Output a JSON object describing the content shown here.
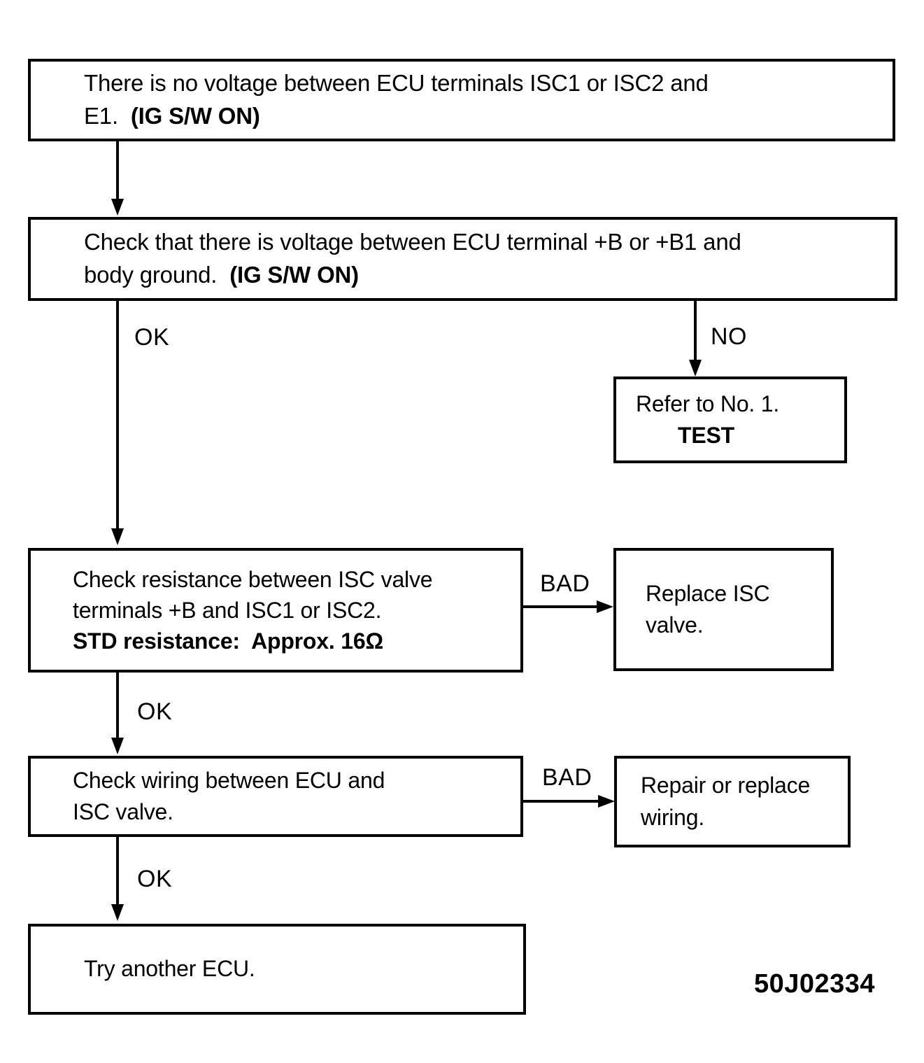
{
  "figure": {
    "reference_code": "50J02334"
  },
  "nodes": {
    "no_voltage": {
      "line1": "There is no voltage between ECU terminals ISC1 or ISC2 and",
      "line2_normal": "E1.  ",
      "line2_bold": "(IG S/W ON)"
    },
    "check_voltage": {
      "line1": "Check that there is voltage between ECU terminal +B or +B1 and",
      "line2_normal": "body ground.  ",
      "line2_bold": "(IG S/W ON)"
    },
    "refer_test": {
      "line1": "Refer to No. 1.",
      "line2_bold": "TEST"
    },
    "check_resistance": {
      "line1": "Check resistance between ISC valve",
      "line2": "terminals +B and ISC1 or ISC2.",
      "line3_bold": "STD resistance:  Approx. 16Ω"
    },
    "replace_valve": {
      "line1": "Replace ISC",
      "line2": "valve."
    },
    "check_wiring": {
      "line1": "Check wiring between ECU and",
      "line2": "ISC valve."
    },
    "repair_wiring": {
      "line1": "Repair or replace",
      "line2": "wiring."
    },
    "try_ecu": {
      "line1": "Try another ECU."
    }
  },
  "edges": {
    "check_voltage_ok": "OK",
    "check_voltage_no": "NO",
    "resistance_bad": "BAD",
    "resistance_ok": "OK",
    "wiring_bad": "BAD",
    "wiring_ok": "OK"
  },
  "colors": {
    "ink": "#000000",
    "paper": "#ffffff"
  }
}
